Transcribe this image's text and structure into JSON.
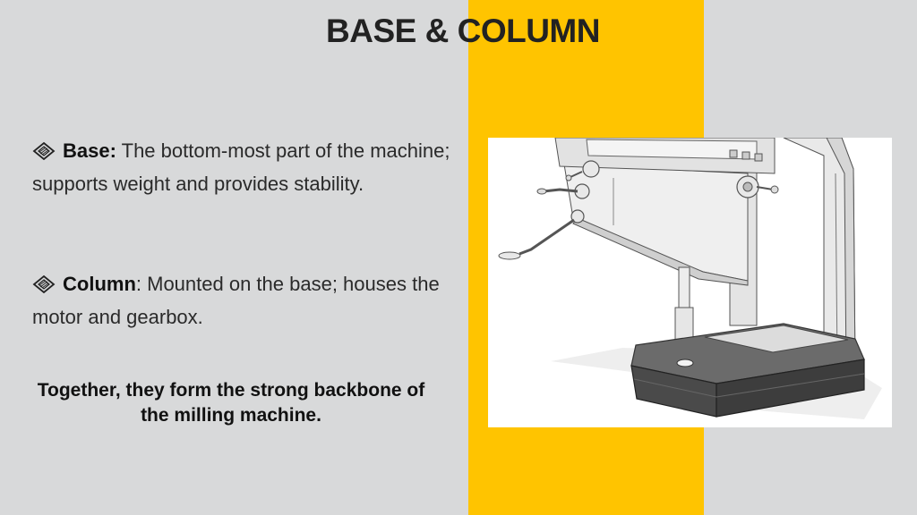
{
  "slide": {
    "title": "BASE & COLUMN",
    "colors": {
      "background": "#d8d9da",
      "accent_stripe": "#ffc400",
      "text": "#222222"
    },
    "bullets": [
      {
        "icon": "diamond-bullet-icon",
        "term": "Base:",
        "text": " The bottom-most part of the machine; supports weight and provides stability."
      },
      {
        "icon": "diamond-bullet-icon",
        "term": "Column",
        "text": ": Mounted on the base; houses the motor and gearbox."
      }
    ],
    "summary": "Together, they form the strong backbone of the milling machine."
  }
}
